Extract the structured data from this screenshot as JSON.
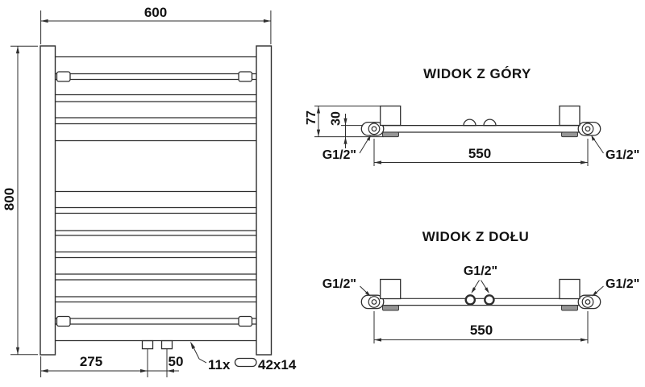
{
  "drawing": {
    "front_view": {
      "width_dim": "600",
      "height_dim": "800",
      "left_offset_dim": "275",
      "center_spacing_dim": "50",
      "tube_count_label": "11x",
      "tube_profile_label": "42x14"
    },
    "top_view": {
      "title": "WIDOK Z GÓRY",
      "depth_dim": "77",
      "wall_offset_dim": "30",
      "connection_spacing_dim": "550",
      "left_connection_label": "G1/2\"",
      "right_connection_label": "G1/2\""
    },
    "bottom_view": {
      "title": "WIDOK Z DOŁU",
      "connection_spacing_dim": "550",
      "left_connection_label": "G1/2\"",
      "center_connection_label": "G1/2\"",
      "right_connection_label": "G1/2\""
    },
    "colors": {
      "line": "#2e2e2e",
      "text": "#121212",
      "bracket_foot_fill": "#969696",
      "background": "#ffffff"
    }
  }
}
